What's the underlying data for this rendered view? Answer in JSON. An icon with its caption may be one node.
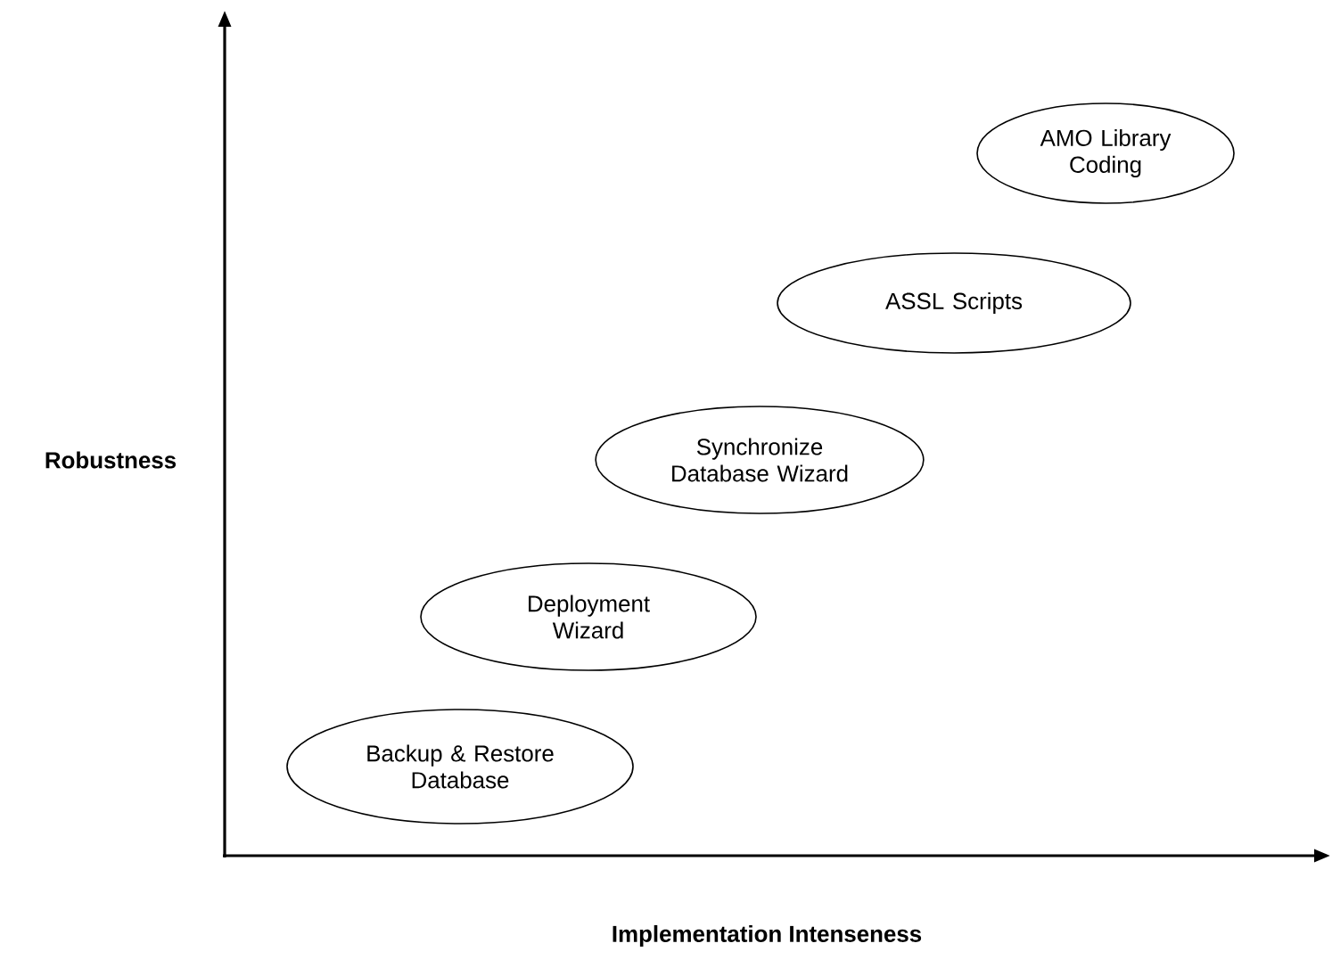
{
  "diagram": {
    "nodes": [
      {
        "text": [
          "Backup & Restore Database"
        ]
      },
      {
        "text": [
          "Deployment Wizard"
        ]
      },
      {
        "text": [
          "Synchronize Database Wizard"
        ]
      },
      {
        "text": [
          "ASSL Scripts"
        ]
      },
      {
        "text": [
          "AMO Library Coding"
        ]
      }
    ],
    "edges": [],
    "labels": [
      "Robustness",
      "Implementation Intenseness"
    ]
  }
}
